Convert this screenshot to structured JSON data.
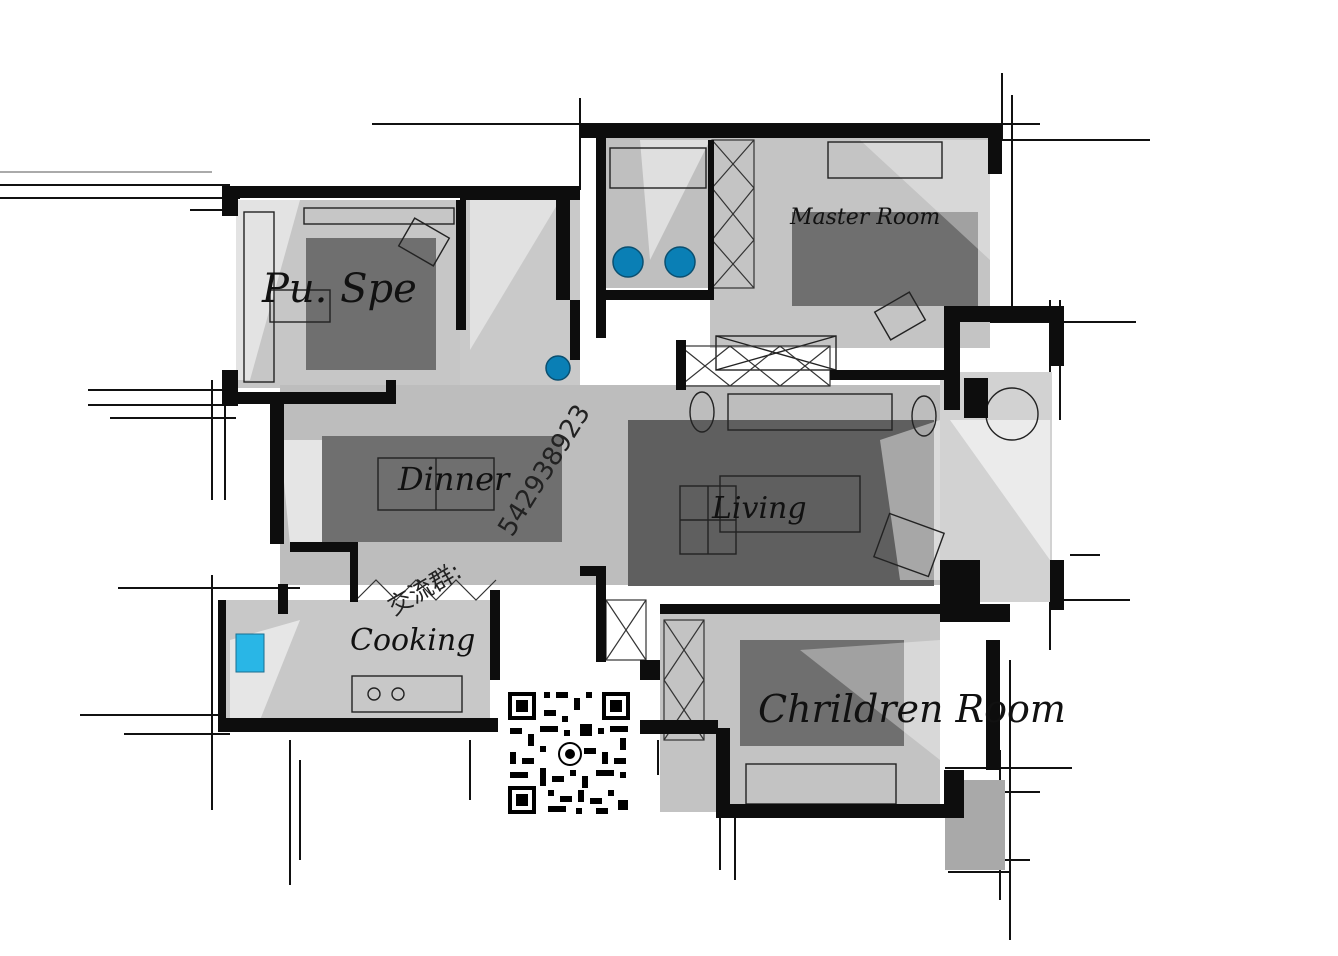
{
  "diagram": {
    "kind": "hand-sketched apartment floor plan",
    "colors": {
      "wall": "#0d0d0d",
      "floor_light": "#bdbdbd",
      "floor_dark": "#6f6f6f",
      "rug": "#8a8a8a",
      "accent_blue": "#0a7fb5",
      "accent_cyan": "#29b6e6"
    },
    "room_labels": {
      "pub_space": "Pu. Spe",
      "master_room": "Master Room",
      "dinner": "Dinner",
      "living": "Living",
      "cooking": "Cooking",
      "children_room": "Chrildren Room"
    },
    "watermark_number": "542938923",
    "watermark_text": "交流群:",
    "qr_code": "qr-code-image"
  }
}
